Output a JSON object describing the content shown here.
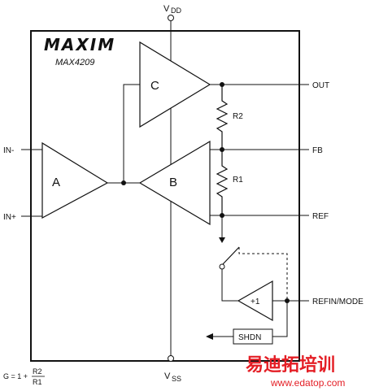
{
  "chip": {
    "brand": "MAXIM",
    "part_number": "MAX4209"
  },
  "supply": {
    "vdd_main": "V",
    "vdd_sub": "DD",
    "vss_main": "V",
    "vss_sub": "SS"
  },
  "amplifiers": {
    "a": "A",
    "b": "B",
    "c": "C",
    "buffer": "+1"
  },
  "resistors": {
    "r2": "R2",
    "r1": "R1"
  },
  "pins": {
    "in_minus": "IN-",
    "in_plus": "IN+",
    "out": "OUT",
    "fb": "FB",
    "ref": "REF",
    "refin_mode": "REFIN/MODE"
  },
  "shutdown_block": "SHDN",
  "gain_formula": {
    "prefix": "G = 1 +",
    "numerator": "R2",
    "denominator": "R1"
  },
  "watermark": {
    "site_name": "易迪拓培训",
    "url": "www.edatop.com"
  }
}
